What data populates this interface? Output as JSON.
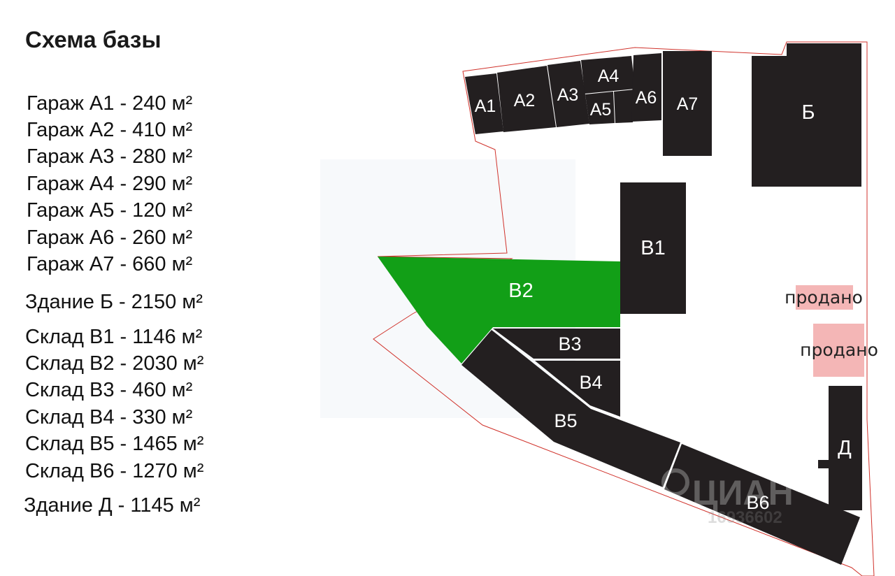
{
  "title": "Схема базы",
  "legend": [
    "Гараж А1 - 240 м²",
    "Гараж А2 - 410 м²",
    "Гараж А3 - 280 м²",
    "Гараж А4 - 290 м²",
    "Гараж А5 - 120 м²",
    "Гараж А6 - 260 м²",
    "Гараж А7 - 660 м²",
    "Здание Б - 2150 м²",
    "Склад В1 - 1146 м²",
    "Склад В2 - 2030 м²",
    "Склад В3 - 460 м²",
    "Склад В4 - 330 м²",
    "Склад В5 - 1465 м²",
    "Склад В6 - 1270 м²",
    "Здание Д - 1145 м²"
  ],
  "buildings": {
    "a1": "А1",
    "a2": "А2",
    "a3": "А3",
    "a4": "А4",
    "a5": "А5",
    "a6": "А6",
    "a7": "А7",
    "b": "Б",
    "v1": "В1",
    "v2": "В2",
    "v3": "В3",
    "v4": "В4",
    "v5": "В5",
    "v6": "В6",
    "d": "Д"
  },
  "sold": [
    "продано",
    "продано"
  ],
  "watermark": {
    "brand": "ЦИАН",
    "id": "16936602"
  },
  "colors": {
    "building": "#231f20",
    "highlight": "#129f17",
    "sold": "#f4b6b6",
    "boundary": "#d0322b"
  }
}
